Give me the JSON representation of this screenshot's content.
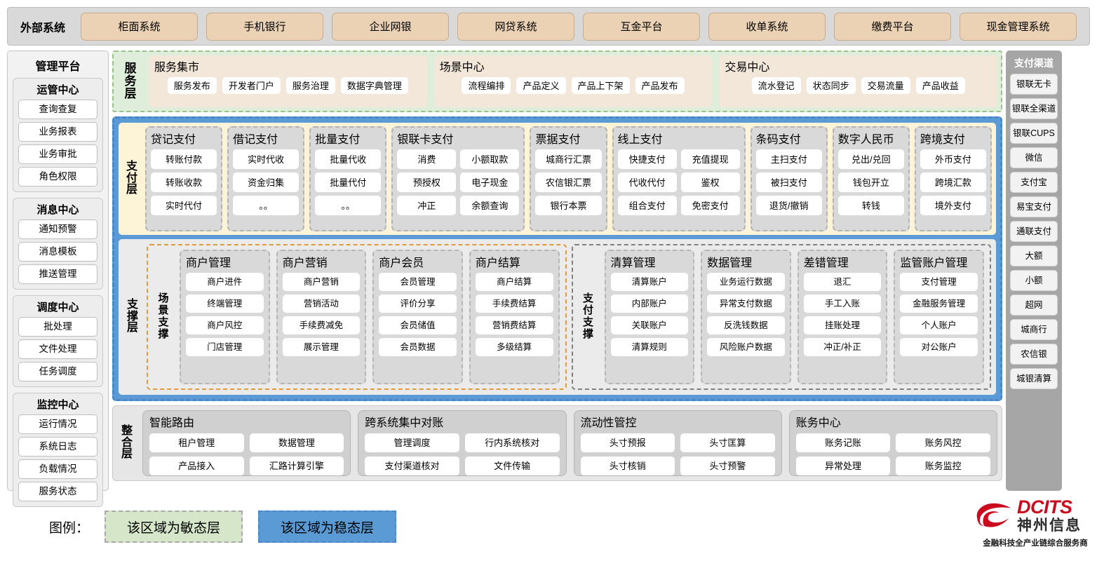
{
  "external": {
    "label": "外部系统",
    "items": [
      "柜面系统",
      "手机银行",
      "企业网银",
      "网贷系统",
      "互金平台",
      "收单系统",
      "缴费平台",
      "现金管理系统"
    ]
  },
  "management": {
    "title": "管理平台",
    "groups": [
      {
        "title": "运管中心",
        "items": [
          "查询查复",
          "业务报表",
          "业务审批",
          "角色权限"
        ]
      },
      {
        "title": "消息中心",
        "items": [
          "通知预警",
          "消息模板",
          "推送管理"
        ]
      },
      {
        "title": "调度中心",
        "items": [
          "批处理",
          "文件处理",
          "任务调度"
        ]
      },
      {
        "title": "监控中心",
        "items": [
          "运行情况",
          "系统日志",
          "负载情况",
          "服务状态"
        ]
      }
    ]
  },
  "channels": {
    "title": "支付渠道",
    "items": [
      "银联无卡",
      "银联全渠道",
      "银联CUPS",
      "微信",
      "支付宝",
      "易宝支付",
      "通联支付",
      "大额",
      "小额",
      "超网",
      "城商行",
      "农信银",
      "城银清算"
    ]
  },
  "service_layer": {
    "side_label": "服务层",
    "panels": [
      {
        "title": "服务集市",
        "items": [
          "服务发布",
          "开发者门户",
          "服务治理",
          "数据字典管理"
        ]
      },
      {
        "title": "场景中心",
        "items": [
          "流程编排",
          "产品定义",
          "产品上下架",
          "产品发布"
        ]
      },
      {
        "title": "交易中心",
        "items": [
          "流水登记",
          "状态同步",
          "交易流量",
          "产品收益"
        ]
      }
    ]
  },
  "payment_layer": {
    "side_label": "支付层",
    "groups": [
      {
        "title": "贷记支付",
        "cols": 1,
        "rows": [
          [
            "转账付款"
          ],
          [
            "转账收款"
          ],
          [
            "实时代付"
          ]
        ]
      },
      {
        "title": "借记支付",
        "cols": 1,
        "rows": [
          [
            "实时代收"
          ],
          [
            "资金归集"
          ],
          [
            "。。"
          ]
        ]
      },
      {
        "title": "批量支付",
        "cols": 1,
        "rows": [
          [
            "批量代收"
          ],
          [
            "批量代付"
          ],
          [
            "。。"
          ]
        ]
      },
      {
        "title": "银联卡支付",
        "cols": 2,
        "rows": [
          [
            "消费",
            "小额取款"
          ],
          [
            "预授权",
            "电子现金"
          ],
          [
            "冲正",
            "余额查询"
          ]
        ]
      },
      {
        "title": "票据支付",
        "cols": 1,
        "rows": [
          [
            "城商行汇票"
          ],
          [
            "农信银汇票"
          ],
          [
            "银行本票"
          ]
        ]
      },
      {
        "title": "线上支付",
        "cols": 2,
        "rows": [
          [
            "快捷支付",
            "充值提现"
          ],
          [
            "代收代付",
            "鉴权"
          ],
          [
            "组合支付",
            "免密支付"
          ]
        ]
      },
      {
        "title": "条码支付",
        "cols": 1,
        "rows": [
          [
            "主扫支付"
          ],
          [
            "被扫支付"
          ],
          [
            "退货/撤销"
          ]
        ]
      },
      {
        "title": "数字人民币",
        "cols": 1,
        "rows": [
          [
            "兑出/兑回"
          ],
          [
            "钱包开立"
          ],
          [
            "转钱"
          ]
        ]
      },
      {
        "title": "跨境支付",
        "cols": 1,
        "rows": [
          [
            "外币支付"
          ],
          [
            "跨境汇款"
          ],
          [
            "境外支付"
          ]
        ]
      }
    ]
  },
  "support_layer": {
    "side_label": "支撑层",
    "scene": {
      "label": "场景支撑",
      "groups": [
        {
          "title": "商户管理",
          "items": [
            "商户进件",
            "终端管理",
            "商户风控",
            "门店管理"
          ]
        },
        {
          "title": "商户营销",
          "items": [
            "商户营销",
            "营销活动",
            "手续费减免",
            "展示管理"
          ]
        },
        {
          "title": "商户会员",
          "items": [
            "会员管理",
            "评价分享",
            "会员储值",
            "会员数据"
          ]
        },
        {
          "title": "商户结算",
          "items": [
            "商户结算",
            "手续费结算",
            "营销费结算",
            "多级结算"
          ]
        }
      ]
    },
    "paysup": {
      "label": "支付支撑",
      "groups": [
        {
          "title": "清算管理",
          "items": [
            "清算账户",
            "内部账户",
            "关联账户",
            "清算规则"
          ]
        },
        {
          "title": "数据管理",
          "items": [
            "业务运行数据",
            "异常支付数据",
            "反洗钱数据",
            "风险账户数据"
          ]
        },
        {
          "title": "差错管理",
          "items": [
            "退汇",
            "手工入账",
            "挂账处理",
            "冲正/补正"
          ]
        },
        {
          "title": "监管账户管理",
          "items": [
            "支付管理",
            "金融服务管理",
            "个人账户",
            "对公账户"
          ]
        }
      ]
    }
  },
  "integration_layer": {
    "side_label": "整合层",
    "groups": [
      {
        "title": "智能路由",
        "rows": [
          [
            "租户管理",
            "数据管理"
          ],
          [
            "产品接入",
            "汇路计算引擎"
          ]
        ]
      },
      {
        "title": "跨系统集中对账",
        "rows": [
          [
            "管理调度",
            "行内系统核对"
          ],
          [
            "支付渠道核对",
            "文件传输"
          ]
        ]
      },
      {
        "title": "流动性管控",
        "rows": [
          [
            "头寸预报",
            "头寸匡算"
          ],
          [
            "头寸核销",
            "头寸预警"
          ]
        ]
      },
      {
        "title": "账务中心",
        "rows": [
          [
            "账务记账",
            "账务风控"
          ],
          [
            "异常处理",
            "账务监控"
          ]
        ]
      }
    ]
  },
  "legend": {
    "label": "图例：",
    "agile_text": "该区域为敏态层",
    "stable_text": "该区域为稳态层",
    "agile_color": "#d5e7c8",
    "stable_color": "#5b9bd5"
  },
  "logo": {
    "brand": "DCITS",
    "brand_cn": "神州信息",
    "tagline": "金融科技全产业链综合服务商",
    "brand_color": "#cc0a1e"
  }
}
